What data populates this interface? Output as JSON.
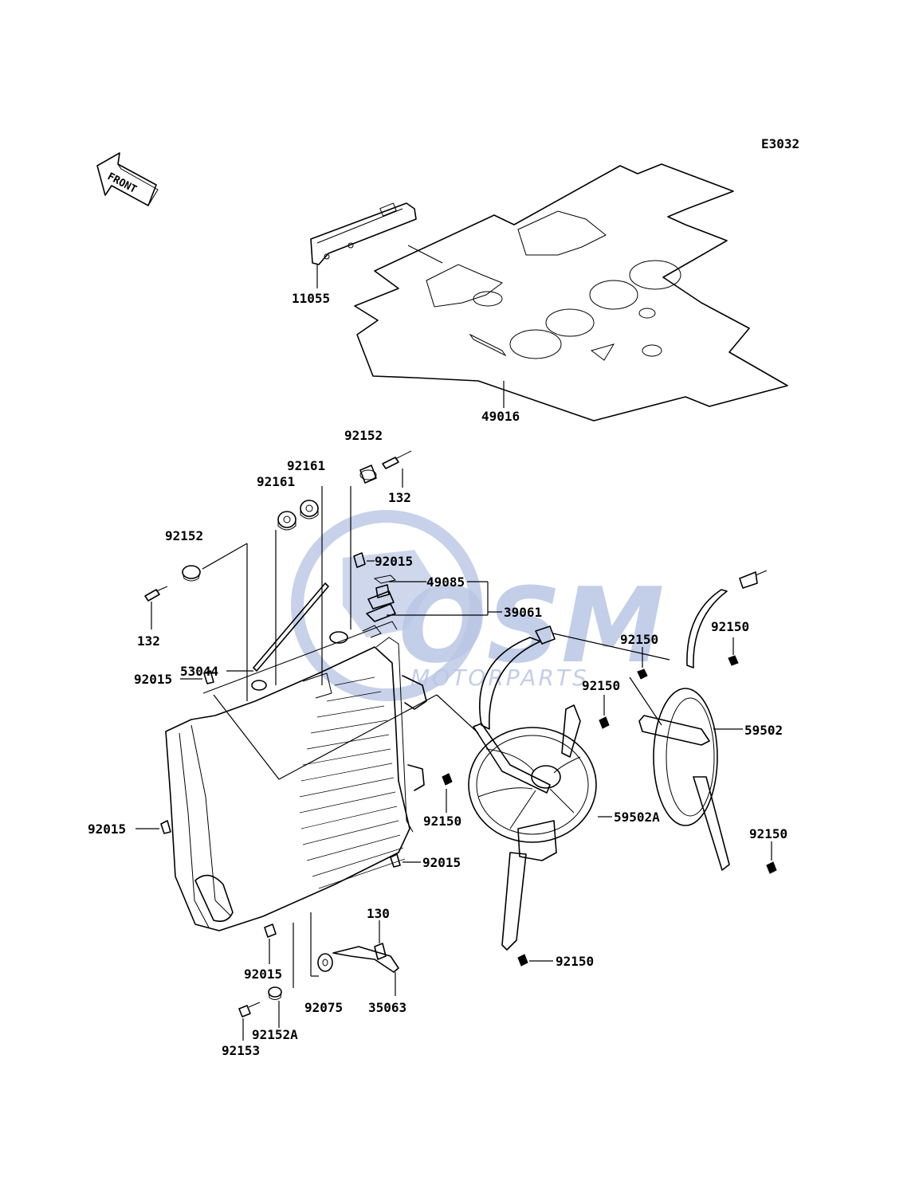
{
  "diagram_code": "E3032",
  "front_label": "FRONT",
  "watermark": {
    "brand": "OSM",
    "subtitle": "MOTORPARTS",
    "color": "#b9c6e4"
  },
  "labels": {
    "p11055": "11055",
    "p49016": "49016",
    "p92152_top": "92152",
    "p132_top": "132",
    "p92161_a": "92161",
    "p92161_b": "92161",
    "p92152_left": "92152",
    "p132_left": "132",
    "p92015_top": "92015",
    "p49085": "49085",
    "p39061": "39061",
    "p53044": "53044",
    "p92015_left": "92015",
    "p92015_lower_left": "92015",
    "p92150_a": "92150",
    "p92150_b": "92150",
    "p92150_c": "92150",
    "p92150_d": "92150",
    "p92150_e": "92150",
    "p92150_f": "92150",
    "p59502": "59502",
    "p59502A": "59502A",
    "p92015_mid": "92015",
    "p130": "130",
    "p92015_bottom": "92015",
    "p92075": "92075",
    "p35063": "35063",
    "p92152A": "92152A",
    "p92153": "92153"
  }
}
